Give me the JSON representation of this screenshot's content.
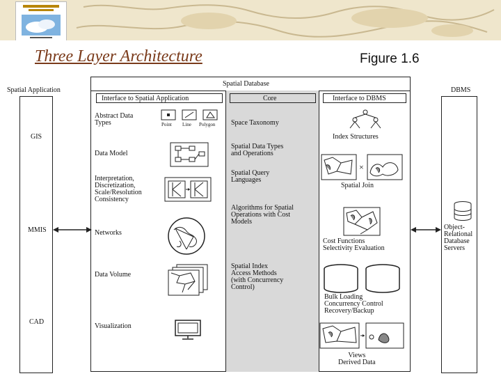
{
  "header": {
    "title": "Three Layer Architecture",
    "figure_label": "Figure 1.6"
  },
  "diagram": {
    "left_column": {
      "title": "Spatial Application",
      "items": [
        "GIS",
        "MMIS",
        "CAD"
      ]
    },
    "center": {
      "title": "Spatial Database",
      "interface_app": {
        "header": "Interface to Spatial Application",
        "items": [
          "Abstract Data\nTypes",
          "Data Model",
          "Interpretation,\nDiscretization,\nScale/Resolution\nConsistency",
          "Networks",
          "Data Volume",
          "Visualization"
        ],
        "adt_labels": [
          "Point",
          "Line",
          "Polygon"
        ]
      },
      "core": {
        "header": "Core",
        "items": [
          "Space Taxonomy",
          "Spatial Data Types\nand Operations",
          "Spatial Query\nLanguages",
          "Algorithms for Spatial\nOperations with Cost\nModels",
          "Spatial Index\nAccess Methods\n(with Concurrency\nControl)"
        ]
      },
      "interface_dbms": {
        "header": "Interface to DBMS",
        "items": [
          "Index Structures",
          "Spatial Join",
          "Cost Functions\nSelectivity Evaluation",
          "Bulk Loading\nConcurrency Control\nRecovery/Backup",
          "Views\nDerived Data"
        ]
      }
    },
    "right_column": {
      "title": "DBMS",
      "server_label": "Object-\nRelational\nDatabase\nServers"
    }
  },
  "colors": {
    "core_shade": "#d9d9d9",
    "title_color": "#7a3a1a",
    "header_band": "#f3ecd6"
  }
}
